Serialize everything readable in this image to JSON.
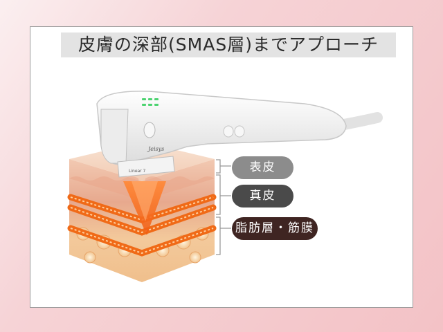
{
  "title": "皮膚の深部(SMAS層)までアプローチ",
  "device": {
    "logo_text": "Jeisys",
    "cartridge_text": "Linear 7"
  },
  "layers": [
    {
      "label": "表皮",
      "color": "#8c8c8c"
    },
    {
      "label": "真皮",
      "color": "#4a4a4a"
    },
    {
      "label": "脂肪層・筋膜",
      "color": "#3f2522"
    }
  ],
  "colors": {
    "background_pink": "#f3c2c6",
    "skin_top": "#f6d9c8",
    "skin_mid": "#e9b7a0",
    "skin_deep": "#f1c08f",
    "energy_orange": "#f06a17",
    "bracket": "#9a9a9a"
  },
  "icons": [
    "handpiece-device",
    "skin-cross-section",
    "energy-beam",
    "bracket"
  ]
}
